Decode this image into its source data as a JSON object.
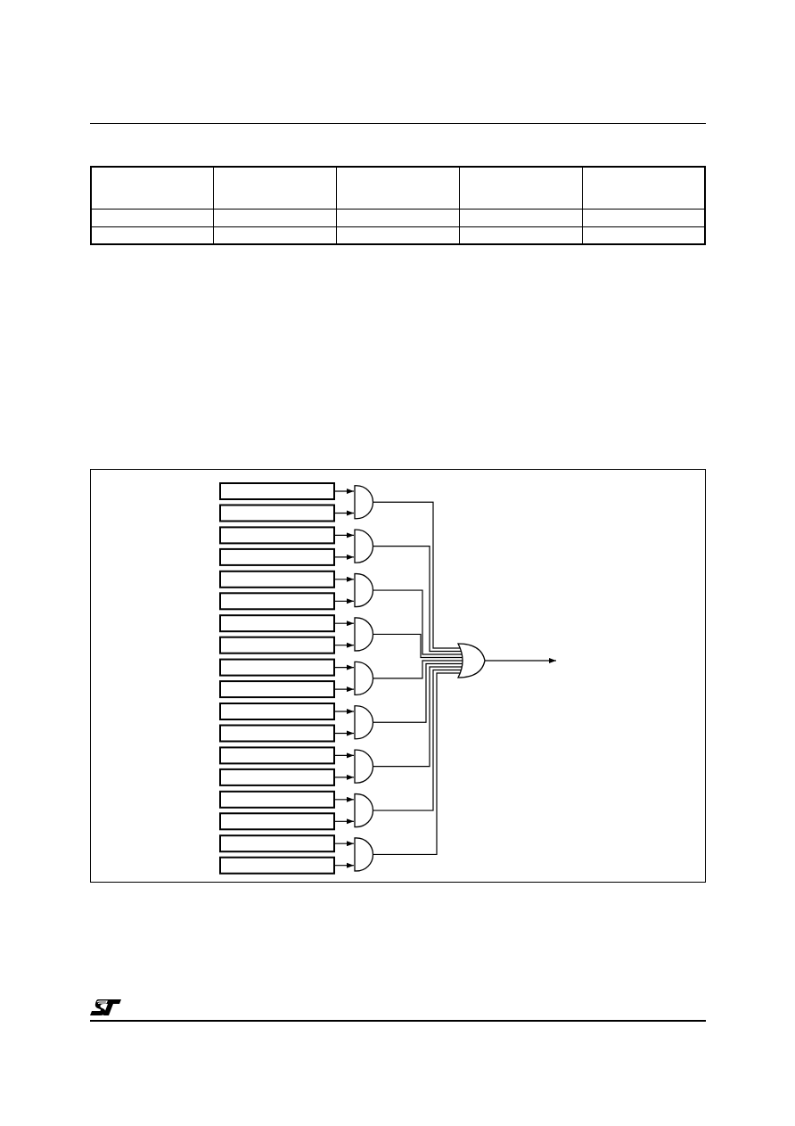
{
  "header": {
    "rule": "top-separator"
  },
  "spec_table": {
    "columns": [
      "",
      "",
      "",
      "",
      ""
    ],
    "rows": [
      [
        "",
        "",
        "",
        "",
        ""
      ],
      [
        "",
        "",
        "",
        "",
        ""
      ]
    ]
  },
  "diagram": {
    "register_count": 18,
    "and_gate_count": 9,
    "or_gate_count": 1,
    "inputs_per_and_gate": 2,
    "output": "single arrow"
  },
  "footer": {
    "logo": "st-logo-icon"
  }
}
